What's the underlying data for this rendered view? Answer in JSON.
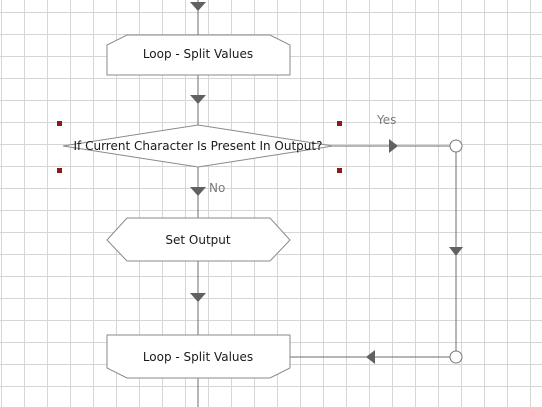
{
  "diagram": {
    "nodes": {
      "loop_top": {
        "label": "Loop - Split Values"
      },
      "decision": {
        "label": "If Current Character Is Present In Output?"
      },
      "set_output": {
        "label": "Set Output"
      },
      "loop_bottom": {
        "label": "Loop - Split Values"
      }
    },
    "branches": {
      "yes": "Yes",
      "no": "No"
    },
    "selected_node": "decision",
    "colors": {
      "grid": "#d6d6d6",
      "connector": "#6e6e6e",
      "arrow": "#616161",
      "shape_border": "#8a8a8a",
      "selection_handle": "#8b1a1a",
      "branch_label": "#7a7a7a"
    }
  }
}
